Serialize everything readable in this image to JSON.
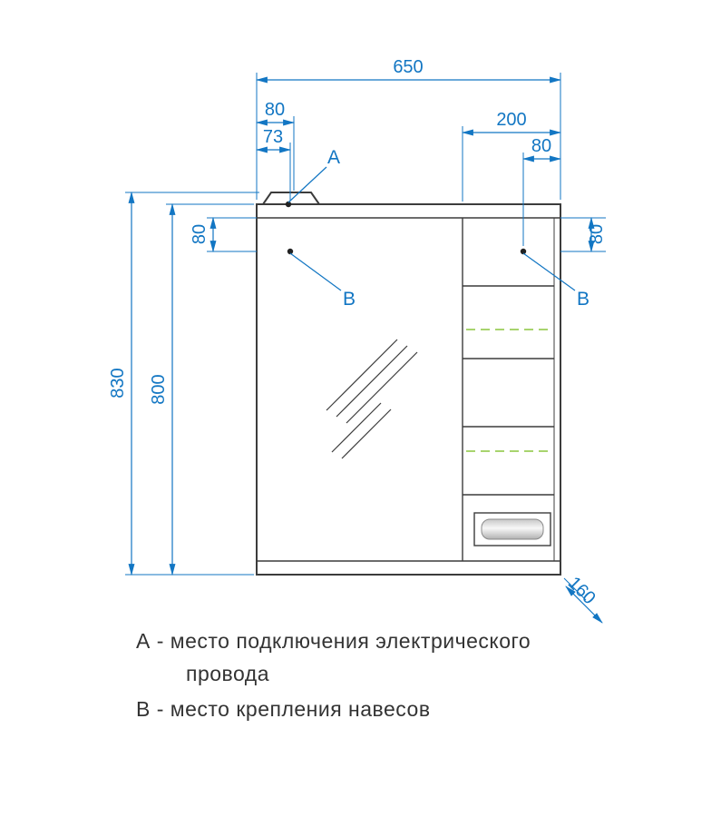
{
  "colors": {
    "dimension_blue": "#1276c3",
    "drawing_line": "#3c3c3c",
    "shelf_green": "#8cc63f",
    "text_dark": "#333333",
    "background": "#ffffff"
  },
  "dimensions": {
    "overall_width": "650",
    "fixture_offset": "80",
    "wire_offset": "73",
    "right_section_width": "200",
    "right_hinge_offset": "80",
    "left_hinge_drop": "80",
    "right_hinge_drop": "80",
    "overall_height": "830",
    "cabinet_height": "800",
    "depth": "160"
  },
  "markers": {
    "a_label": "А",
    "b_label_left": "В",
    "b_label_right": "В"
  },
  "legend": {
    "a_line1": "А - место подключения электрического",
    "a_line2": "провода",
    "b_line": "В - место крепления навесов"
  }
}
